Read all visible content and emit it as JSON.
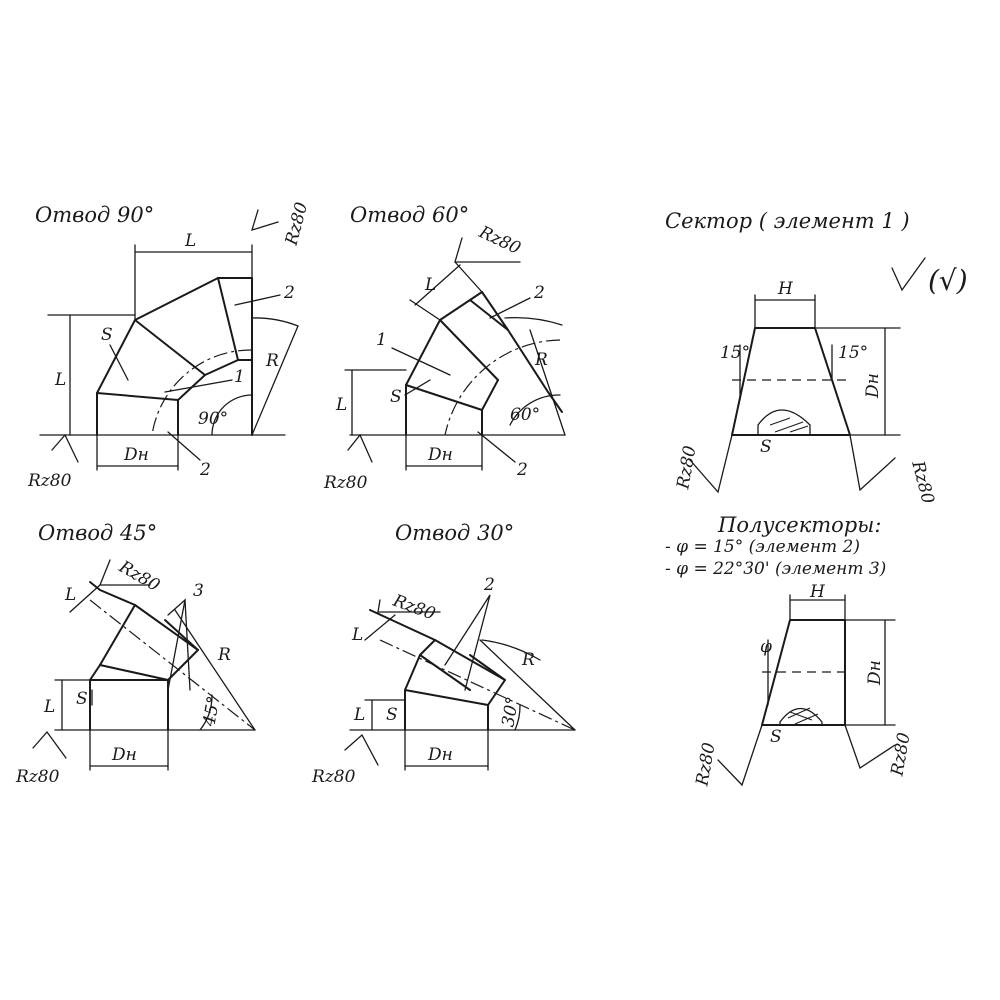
{
  "bend90": {
    "title": "Отвод 90°",
    "dim_L_top": "L",
    "dim_L_left": "L",
    "dim_Dn": "Dн",
    "dim_S": "S",
    "dim_R": "R",
    "angle": "90°",
    "roughness_top": "Rz80",
    "roughness_bottom": "Rz80",
    "callout_1": "1",
    "callout_2_top": "2",
    "callout_2_bottom": "2"
  },
  "bend60": {
    "title": "Отвод 60°",
    "dim_L_top": "L",
    "dim_L_left": "L",
    "dim_Dn": "Dн",
    "dim_S": "S",
    "dim_R": "R",
    "angle": "60°",
    "roughness_top": "Rz80",
    "roughness_bottom": "Rz80",
    "callout_1": "1",
    "callout_2_top": "2",
    "callout_2_bottom": "2"
  },
  "bend45": {
    "title": "Отвод 45°",
    "dim_L_top": "L",
    "dim_L_left": "L",
    "dim_Dn": "Dн",
    "dim_S": "S",
    "dim_R": "R",
    "angle": "45°",
    "roughness_top": "Rz80",
    "roughness_bottom": "Rz80",
    "callout_3": "3"
  },
  "bend30": {
    "title": "Отвод 30°",
    "dim_L_top": "L",
    "dim_L_left": "L",
    "dim_Dn": "Dн",
    "dim_S": "S",
    "dim_R": "R",
    "angle": "30°",
    "roughness_top": "Rz80",
    "roughness_bottom": "Rz80",
    "callout_2": "2"
  },
  "sector": {
    "title": "Сектор ( элемент 1 )",
    "general_roughness": "(√)",
    "dim_H": "H",
    "dim_Dn": "Dн",
    "dim_S": "S",
    "angle_left": "15°",
    "angle_right": "15°",
    "roughness_left": "Rz80",
    "roughness_right": "Rz80"
  },
  "half_sector": {
    "title": "Полусекторы:",
    "line1": "- φ = 15° (элемент 2)",
    "line2": "- φ = 22°30' (элемент 3)",
    "dim_H": "H",
    "dim_Dn": "Dн",
    "dim_S": "S",
    "angle_mark": "φ",
    "roughness_left": "Rz80",
    "roughness_right": "Rz80"
  }
}
